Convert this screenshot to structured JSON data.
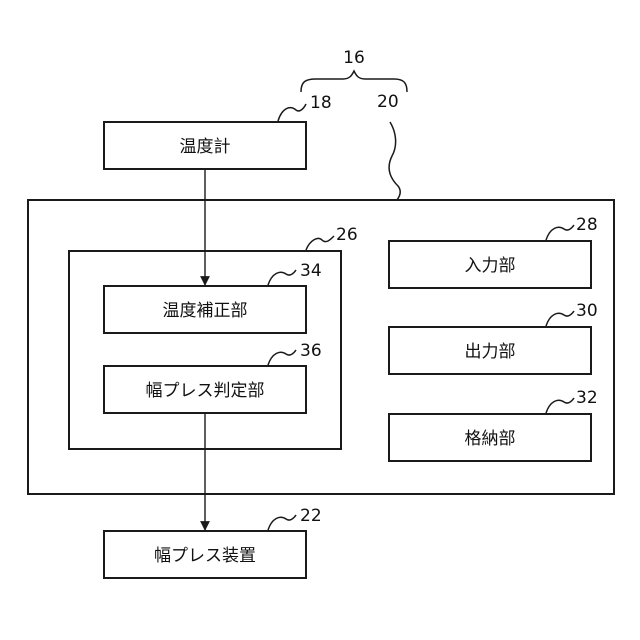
{
  "blocks": {
    "thermometer": {
      "label": "温度計",
      "ref": "18"
    },
    "temp_correction": {
      "label": "温度補正部",
      "ref": "34"
    },
    "width_press_judgment": {
      "label": "幅プレス判定部",
      "ref": "36"
    },
    "input_unit": {
      "label": "入力部",
      "ref": "28"
    },
    "output_unit": {
      "label": "出力部",
      "ref": "30"
    },
    "storage_unit": {
      "label": "格納部",
      "ref": "32"
    },
    "width_press_device": {
      "label": "幅プレス装置",
      "ref": "22"
    }
  },
  "groups": {
    "system": {
      "ref": "16"
    },
    "controller": {
      "ref": "20"
    },
    "processing_unit": {
      "ref": "26"
    }
  }
}
